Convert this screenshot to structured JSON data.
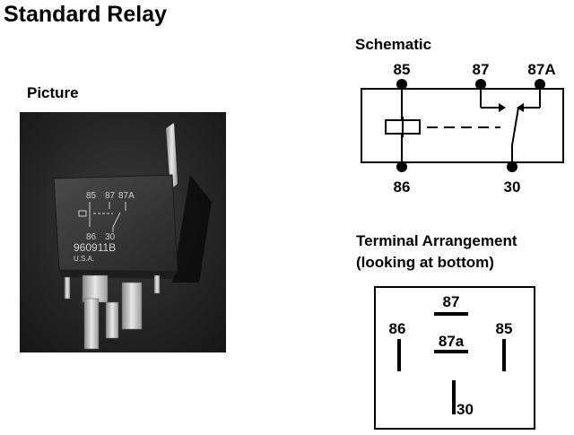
{
  "title": "Standard Relay",
  "picture": {
    "label": "Picture",
    "relay_marking": {
      "pins_top": [
        "85",
        "87",
        "87A"
      ],
      "pins_bottom": [
        "86",
        "30"
      ],
      "part_number": "960911B",
      "origin": "U.S.A."
    }
  },
  "schematic": {
    "label": "Schematic",
    "terminals": {
      "t85": "85",
      "t87": "87",
      "t87a": "87A",
      "t86": "86",
      "t30": "30"
    }
  },
  "terminal_arrangement": {
    "label_line1": "Terminal Arrangement",
    "label_line2": "(looking at bottom)",
    "pins": {
      "p87": "87",
      "p87a": "87a",
      "p86": "86",
      "p85": "85",
      "p30": "30"
    }
  }
}
